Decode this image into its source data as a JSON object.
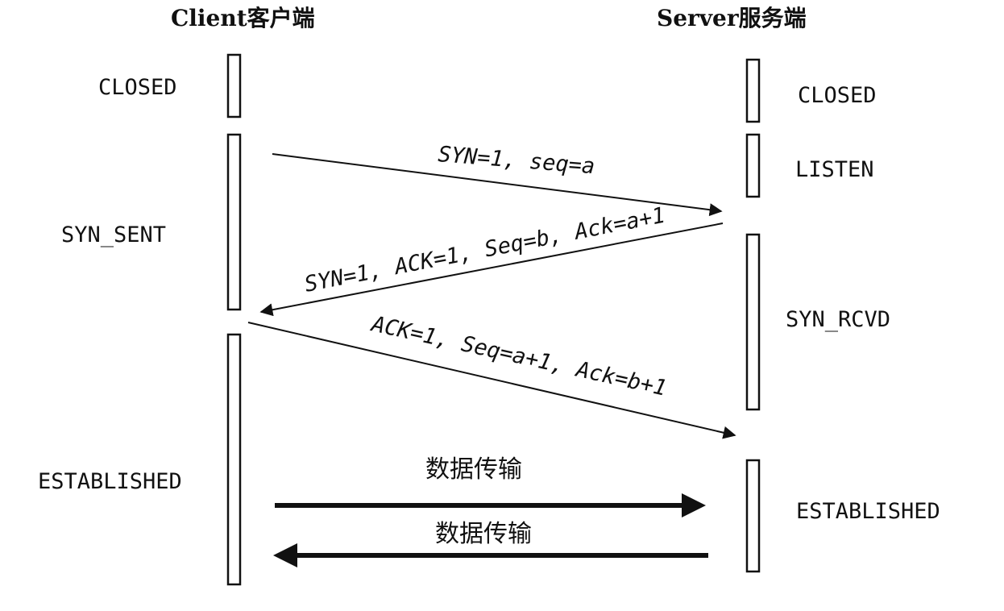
{
  "client": {
    "title": "Client客户端",
    "states": {
      "closed": "CLOSED",
      "syn_sent": "SYN_SENT",
      "established": "ESTABLISHED"
    }
  },
  "server": {
    "title": "Server服务端",
    "states": {
      "closed": "CLOSED",
      "listen": "LISTEN",
      "syn_rcvd": "SYN_RCVD",
      "established": "ESTABLISHED"
    }
  },
  "messages": {
    "syn": "SYN=1, seq=a",
    "syn_ack": "SYN=1, ACK=1, Seq=b, Ack=a+1",
    "ack": "ACK=1, Seq=a+1, Ack=b+1"
  },
  "data_transfer": {
    "to_server": "数据传输",
    "to_client": "数据传输"
  }
}
